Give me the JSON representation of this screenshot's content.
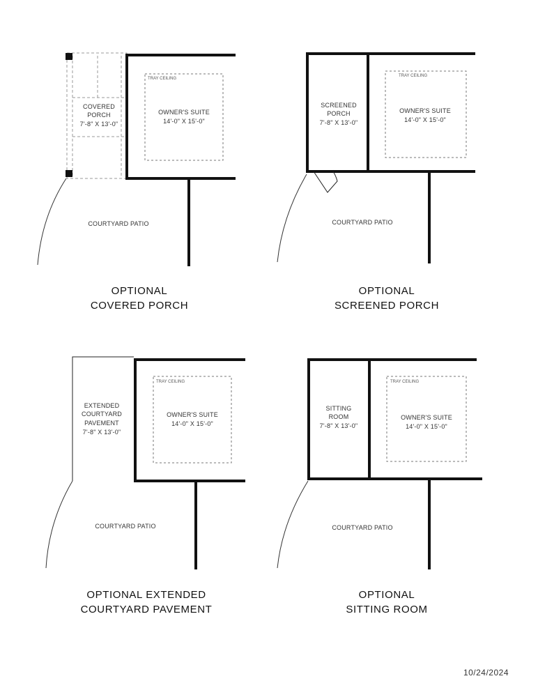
{
  "date": "10/24/2024",
  "plans": {
    "covered_porch": {
      "caption_line1": "OPTIONAL",
      "caption_line2": "COVERED PORCH",
      "porch_line1": "COVERED",
      "porch_line2": "PORCH",
      "porch_dims": "7'-8\" X 13'-0\"",
      "suite_name": "OWNER'S SUITE",
      "suite_dims": "14'-0\" X 15'-0\"",
      "tray": "TRAY CEILING",
      "patio": "COURTYARD PATIO"
    },
    "screened_porch": {
      "caption_line1": "OPTIONAL",
      "caption_line2": "SCREENED PORCH",
      "porch_line1": "SCREENED",
      "porch_line2": "PORCH",
      "porch_dims": "7'-8\" X 13'-0\"",
      "suite_name": "OWNER'S SUITE",
      "suite_dims": "14'-0\" X 15'-0\"",
      "tray": "TRAY CEILING",
      "patio": "COURTYARD PATIO"
    },
    "extended_pavement": {
      "caption_line1": "OPTIONAL EXTENDED",
      "caption_line2": "COURTYARD PAVEMENT",
      "porch_line1": "EXTENDED",
      "porch_line2": "COURTYARD",
      "porch_line3": "PAVEMENT",
      "porch_dims": "7'-8\" X 13'-0\"",
      "suite_name": "OWNER'S SUITE",
      "suite_dims": "14'-0\" X 15'-0\"",
      "tray": "TRAY CEILING",
      "patio": "COURTYARD PATIO"
    },
    "sitting_room": {
      "caption_line1": "OPTIONAL",
      "caption_line2": "SITTING ROOM",
      "porch_line1": "SITTING",
      "porch_line2": "ROOM",
      "porch_dims": "7'-8\" X 13'-0\"",
      "suite_name": "OWNER'S SUITE",
      "suite_dims": "14'-0\" X 15'-0\"",
      "tray": "TRAY CEILING",
      "patio": "COURTYARD PATIO"
    }
  }
}
